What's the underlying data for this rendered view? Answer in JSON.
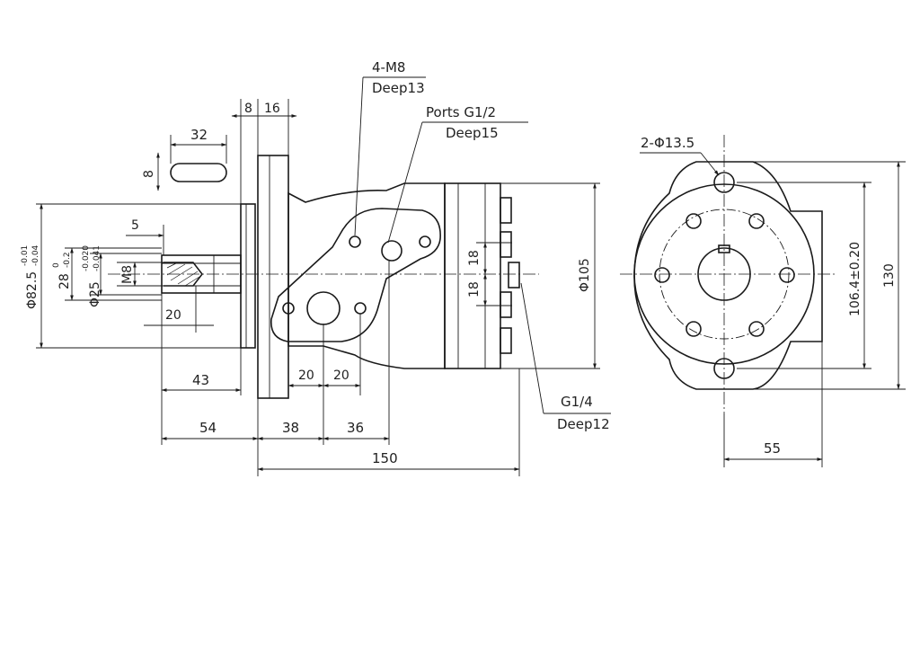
{
  "side_view": {
    "dims": {
      "flange_8": "8",
      "flange_16": "16",
      "key_len": "32",
      "key_w": "8",
      "thread_5": "5",
      "len_20": "20",
      "len_43": "43",
      "len_54": "54",
      "len_38": "38",
      "len_36": "36",
      "total_150": "150",
      "port_20a": "20",
      "port_20b": "20",
      "height_18a": "18",
      "height_18b": "18",
      "dia_105": "Φ105",
      "dia_82": "Φ82.5",
      "dia_82_tol_up": "-0.01",
      "dia_82_tol_lo": "-0.04",
      "shaft_28": "28",
      "shaft_28_tol_up": "0",
      "shaft_28_tol_lo": "-0.2",
      "shaft_25": "Φ25",
      "shaft_25_tol_up": "-0.020",
      "shaft_25_tol_lo": "-0.041",
      "thread_m8": "M8"
    },
    "callouts": {
      "mount_holes": "4-M8",
      "mount_depth": "Deep13",
      "ports": "Ports G1/2",
      "ports_depth": "Deep15",
      "drain": "G1/4",
      "drain_depth": "Deep12"
    }
  },
  "front_view": {
    "dims": {
      "holes": "2-Φ13.5",
      "bolt_spacing": "106.4±0.20",
      "height_130": "130",
      "width_55": "55"
    }
  }
}
